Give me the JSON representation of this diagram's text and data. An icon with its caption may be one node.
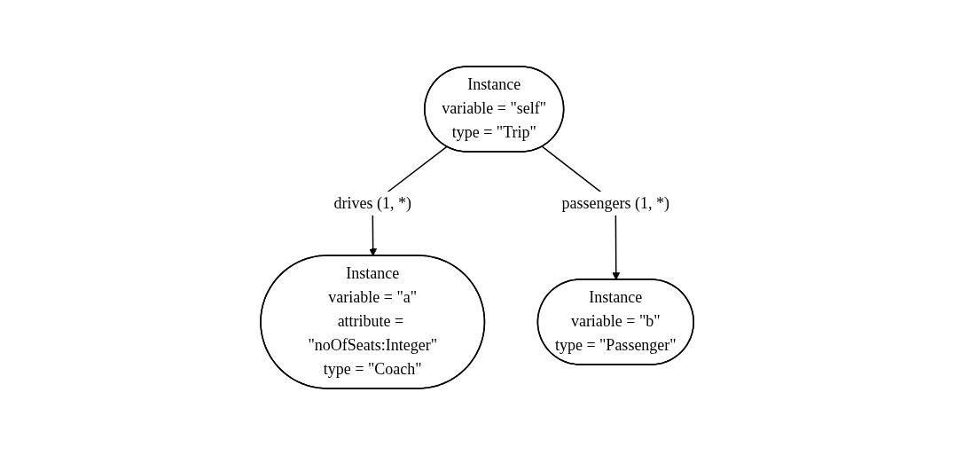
{
  "diagram": {
    "nodes": [
      {
        "text": [
          "Instance",
          "variable = \"self\"",
          "type = \"Trip\""
        ]
      },
      {
        "text": [
          "Instance",
          "variable = \"a\"",
          "attribute = \"noOfSeats:Integer\"",
          "type = \"Coach\""
        ]
      },
      {
        "text": [
          "Instance",
          "variable = \"b\"",
          "type = \"Passenger\""
        ]
      }
    ],
    "edges": [
      {
        "from": 0,
        "to": 1,
        "arrow": "to",
        "label": "drives (1, *)"
      },
      {
        "from": 0,
        "to": 2,
        "arrow": "to",
        "label": "passengers (1, *)"
      }
    ]
  }
}
